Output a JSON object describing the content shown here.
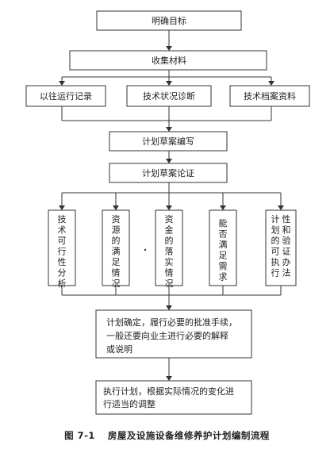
{
  "nodes": {
    "goal": "明确目标",
    "collect": "收集材料",
    "history": "以往运行记录",
    "diagnosis": "技术状况诊断",
    "archives": "技术档案资料",
    "draft": "计划草案编写",
    "review": "计划草案论证",
    "feasibility": "技术可行性分析",
    "resources": "资源的满足情况",
    "funding": "资金的落实情况",
    "demand": "能否满足需求",
    "executable": "计划的可执行性和验证办法",
    "approve": [
      "计划确定，履行必要的批准手续，",
      "一般还要向业主进行必要的解释",
      "或说明"
    ],
    "execute": [
      "执行计划，根据实际情况的变化进",
      "行适当的调整"
    ]
  },
  "caption": {
    "number": "图 7-1",
    "title": "房屋及设施设备维修养护计划编制流程"
  }
}
